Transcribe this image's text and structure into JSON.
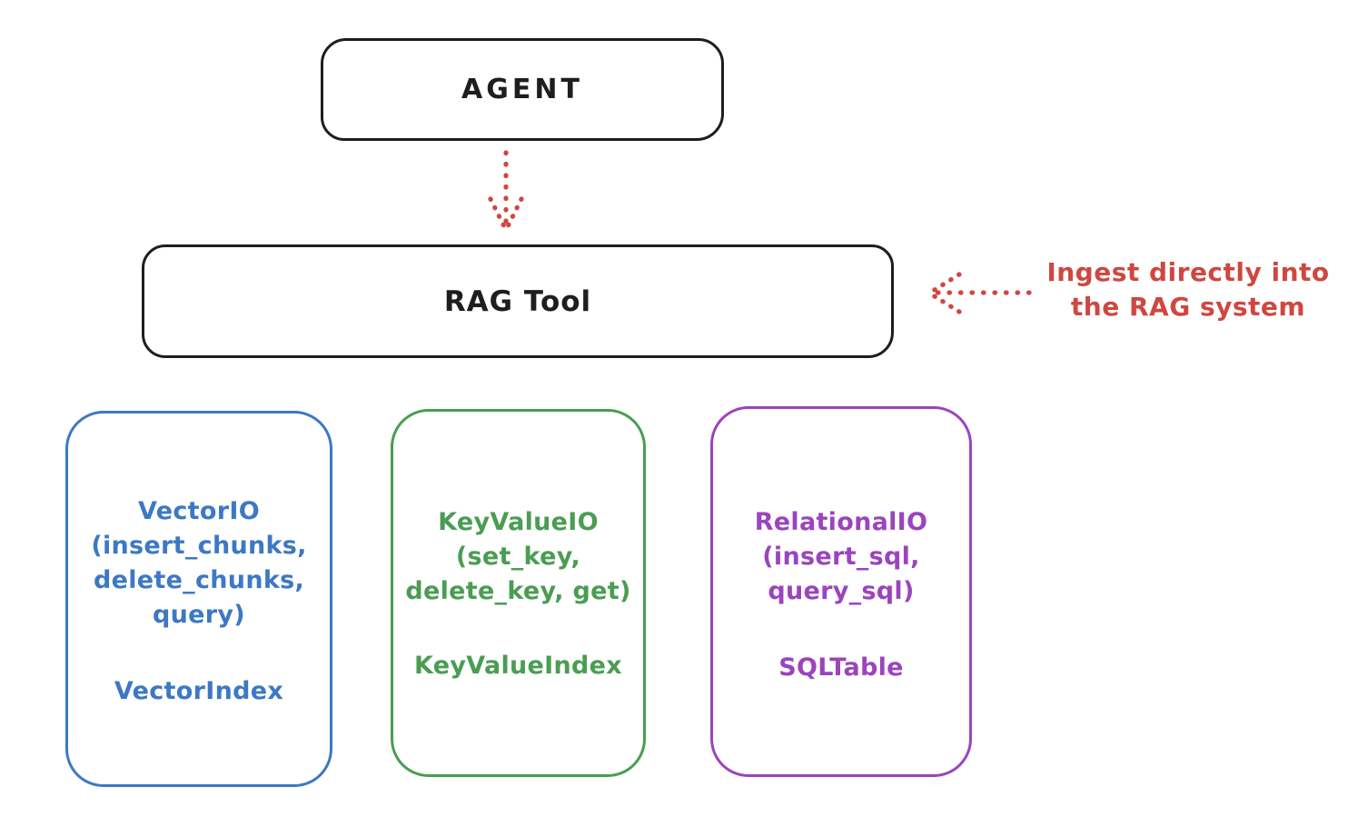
{
  "colors": {
    "stroke": "#1e1e1e",
    "red": "#cf4740",
    "blue": "#3d78c4",
    "green": "#4a9d52",
    "purple": "#9b44bd",
    "background": "#ffffff"
  },
  "nodes": {
    "agent": {
      "label": "AGENT"
    },
    "rag_tool": {
      "label": "RAG Tool"
    }
  },
  "annotation": {
    "line1": "Ingest directly into",
    "line2": "the RAG system"
  },
  "cards": [
    {
      "title": "VectorIO",
      "methods": [
        "(insert_chunks,",
        "delete_chunks,",
        "query)"
      ],
      "index": "VectorIndex",
      "color": "#3d78c4"
    },
    {
      "title": "KeyValueIO",
      "methods": [
        "(set_key,",
        "delete_key, get)"
      ],
      "index": "KeyValueIndex",
      "color": "#4a9d52"
    },
    {
      "title": "RelationalIO",
      "methods": [
        "(insert_sql,",
        "query_sql)"
      ],
      "index": "SQLTable",
      "color": "#9b44bd"
    }
  ]
}
